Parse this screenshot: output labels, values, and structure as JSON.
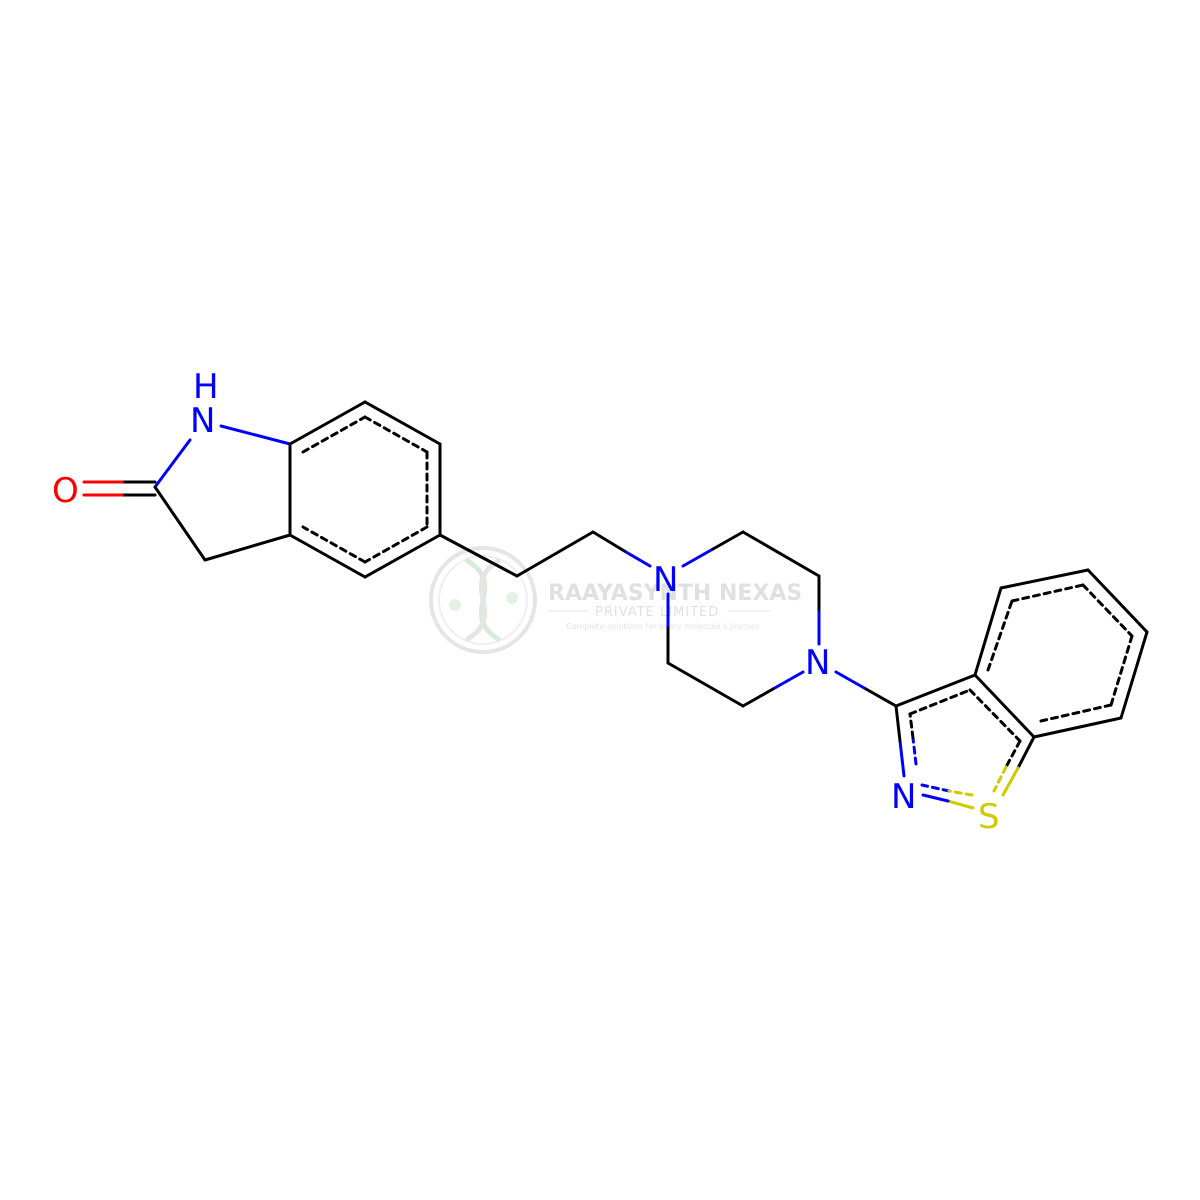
{
  "colors": {
    "background": "#ffffff",
    "bond": "#000000",
    "nitrogen": "#0000ff",
    "oxygen": "#ff0000",
    "sulfur": "#cccc00",
    "watermark": "#c8c8c8",
    "watermark_green": "#b9d9b9"
  },
  "atoms": {
    "n_indolinone": "N",
    "h_indolinone": "H",
    "o_carbonyl": "O",
    "n_piperazine_1": "N",
    "n_piperazine_2": "N",
    "n_isothiazole": "N",
    "s_isothiazole": "S"
  },
  "watermark": {
    "name": "RAAYASYNTH NEXAS",
    "subtitle": "PRIVATE LIMITED",
    "tagline": "Complete solutions for every molecule's journey",
    "logo_icon": "dna-helix-icon"
  }
}
